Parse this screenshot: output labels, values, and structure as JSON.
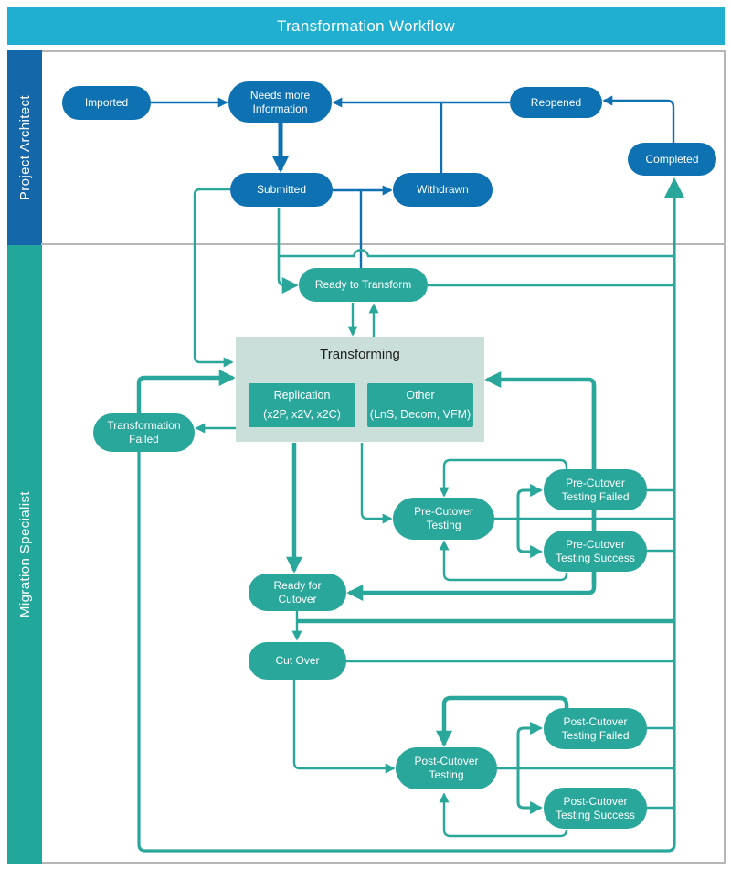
{
  "header": {
    "title": "Transformation Workflow"
  },
  "lanes": {
    "project_architect": {
      "label": "Project Architect"
    },
    "migration_specialist": {
      "label": "Migration Specialist"
    }
  },
  "nodes": {
    "imported": {
      "label": "Imported"
    },
    "needs_more_information": {
      "label": "Needs more\nInformation"
    },
    "reopened": {
      "label": "Reopened"
    },
    "completed": {
      "label": "Completed"
    },
    "submitted": {
      "label": "Submitted"
    },
    "withdrawn": {
      "label": "Withdrawn"
    },
    "ready_to_transform": {
      "label": "Ready to Transform"
    },
    "transforming": {
      "label": "Transforming"
    },
    "replication": {
      "label": "Replication\n(x2P, x2V, x2C)"
    },
    "other": {
      "label": "Other\n(LnS, Decom, VFM)"
    },
    "transformation_failed": {
      "label": "Transformation\nFailed"
    },
    "pre_cutover_testing": {
      "label": "Pre-Cutover\nTesting"
    },
    "pre_cutover_testing_failed": {
      "label": "Pre-Cutover\nTesting Failed"
    },
    "pre_cutover_testing_success": {
      "label": "Pre-Cutover\nTesting Success"
    },
    "ready_for_cutover": {
      "label": "Ready for\nCutover"
    },
    "cut_over": {
      "label": "Cut Over"
    },
    "post_cutover_testing": {
      "label": "Post-Cutover\nTesting"
    },
    "post_cutover_testing_failed": {
      "label": "Post-Cutover\nTesting Failed"
    },
    "post_cutover_testing_success": {
      "label": "Post-Cutover\nTesting Success"
    }
  },
  "edges": [
    {
      "from": "imported",
      "to": "needs_more_information"
    },
    {
      "from": "needs_more_information",
      "to": "submitted"
    },
    {
      "from": "submitted",
      "to": "withdrawn"
    },
    {
      "from": "withdrawn",
      "to": "needs_more_information"
    },
    {
      "from": "reopened",
      "to": "needs_more_information"
    },
    {
      "from": "completed",
      "to": "reopened"
    },
    {
      "from": "submitted",
      "to": "ready_to_transform"
    },
    {
      "from": "submitted",
      "to": "transforming"
    },
    {
      "from": "ready_to_transform",
      "to": "transforming"
    },
    {
      "from": "transforming",
      "to": "ready_to_transform"
    },
    {
      "from": "transforming",
      "to": "transformation_failed"
    },
    {
      "from": "transformation_failed",
      "to": "transforming"
    },
    {
      "from": "replication",
      "to": "ready_for_cutover"
    },
    {
      "from": "other",
      "to": "pre_cutover_testing"
    },
    {
      "from": "pre_cutover_testing",
      "to": "pre_cutover_testing_failed"
    },
    {
      "from": "pre_cutover_testing",
      "to": "pre_cutover_testing_success"
    },
    {
      "from": "pre_cutover_testing_failed",
      "to": "pre_cutover_testing"
    },
    {
      "from": "pre_cutover_testing_failed",
      "to": "transforming"
    },
    {
      "from": "pre_cutover_testing_success",
      "to": "pre_cutover_testing"
    },
    {
      "from": "pre_cutover_testing_success",
      "to": "ready_for_cutover"
    },
    {
      "from": "ready_for_cutover",
      "to": "cut_over"
    },
    {
      "from": "cut_over",
      "to": "post_cutover_testing"
    },
    {
      "from": "post_cutover_testing",
      "to": "post_cutover_testing_failed"
    },
    {
      "from": "post_cutover_testing",
      "to": "post_cutover_testing_success"
    },
    {
      "from": "post_cutover_testing_failed",
      "to": "post_cutover_testing"
    },
    {
      "from": "post_cutover_testing_success",
      "to": "post_cutover_testing"
    },
    {
      "from": "right-side merge trunk",
      "to": "completed"
    },
    {
      "from": "transformation_failed",
      "to": "completed"
    }
  ],
  "colors": {
    "header_bg": "#21AFD1",
    "architect_lane_bg": "#1467A8",
    "architect_node": "#0E71B2",
    "specialist_lane_bg": "#22A89B",
    "specialist_node": "#2AA79B",
    "transforming_container_bg": "#CBDFDA",
    "border_gray": "#B6B6B6",
    "text_light": "#FFFFFF",
    "text_dark": "#1F1F1F"
  }
}
